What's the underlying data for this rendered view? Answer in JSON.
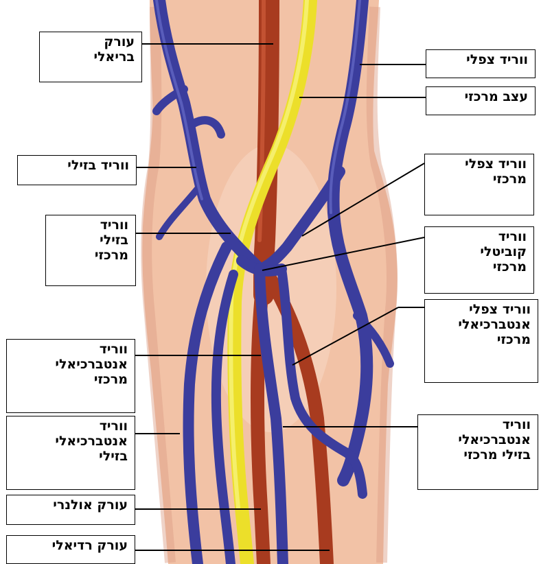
{
  "colors": {
    "skin": "#f2c2a6",
    "skin_light": "#f9ddcc",
    "skin_shadow": "#dc9e84",
    "vein": "#3b3d9d",
    "vein_highlight": "#6e73cf",
    "artery": "#a83b1f",
    "artery_highlight": "#cf5d3a",
    "nerve": "#ecdf2a",
    "nerve_highlight": "#f8f27c",
    "leader_line": "#000000"
  },
  "labels": {
    "brachial_artery": "עורק\nבריאלי",
    "cephalic_vein": "ווריד צפלי",
    "median_nerve": "עצב מרכזי",
    "basilic_vein": "ווריד בזילי",
    "median_cephalic_vein": "ווריד צפלי\nמרכזי",
    "median_basilic_vein": "ווריד\nבזילי\nמרכזי",
    "median_cubital_vein": "ווריד\nקוביטלי\nמרכזי",
    "median_antebrachial_cephalic_vein": "ווריד צפלי\nאנטברכיאלי\nמרכזי",
    "median_antebrachial_vein": "ווריד\nאנטברכיאלי\nמרכזי",
    "basilic_antebrachial_vein": "ווריד\nאנטברכיאלי\nבזילי",
    "median_basilic_antebrachial_vein": "ווריד\nאנטברכיאלי\nבזילי מרכזי",
    "ulnar_artery": "עורק אולנרי",
    "radial_artery": "עורק רדיאלי"
  }
}
